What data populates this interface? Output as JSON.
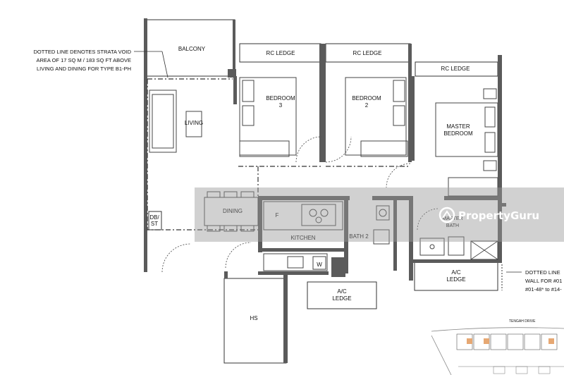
{
  "rooms": {
    "balcony": "BALCONY",
    "rc_ledge_1": "RC LEDGE",
    "rc_ledge_2": "RC LEDGE",
    "rc_ledge_3": "RC LEDGE",
    "bedroom3_line1": "BEDROOM",
    "bedroom3_line2": "3",
    "bedroom2_line1": "BEDROOM",
    "bedroom2_line2": "2",
    "master_line1": "MASTER",
    "master_line2": "BEDROOM",
    "living": "LIVING",
    "dining": "DINING",
    "kitchen": "KITCHEN",
    "bath2": "BATH 2",
    "master_bath_line1": "MASTER",
    "master_bath_line2": "BATH",
    "db_st_line1": "DB/",
    "db_st_line2": "ST",
    "ac_ledge_1_line1": "A/C",
    "ac_ledge_1_line2": "LEDGE",
    "ac_ledge_2_line1": "A/C",
    "ac_ledge_2_line2": "LEDGE",
    "hs": "HS",
    "fridge": "F",
    "washer": "W"
  },
  "notes": {
    "strata_void_line1": "DOTTED LINE DENOTES STRATA VOID",
    "strata_void_line2": "AREA OF 17 SQ M / 183 SQ FT ABOVE",
    "strata_void_line3": "LIVING AND DINING FOR TYPE  B1-PH",
    "wall_note_line1": "DOTTED LINE",
    "wall_note_line2": "WALL FOR #01",
    "wall_note_line3": "#01-48* to #14-"
  },
  "keyplan": {
    "road": "TENGAH  DRIVE"
  },
  "watermark": {
    "brand": "PropertyGuru"
  }
}
